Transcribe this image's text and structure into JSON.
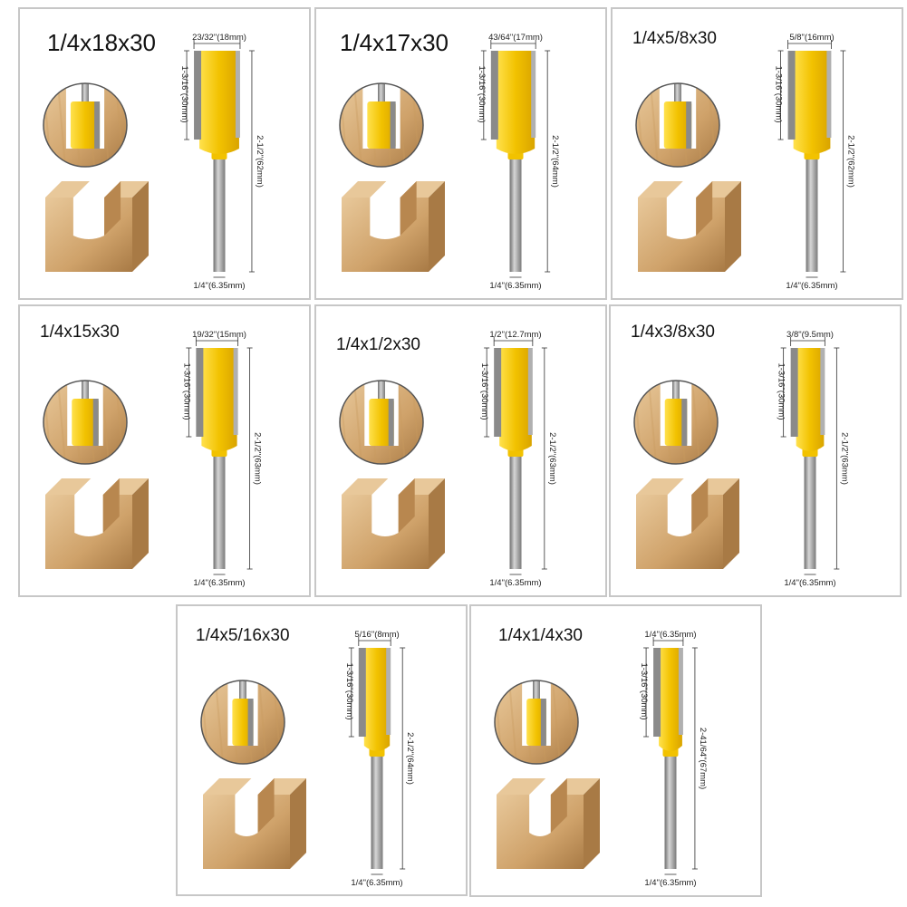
{
  "colors": {
    "wood_light": "#e8c89a",
    "wood_mid": "#cfa26a",
    "wood_dark": "#a87a45",
    "shank": "#9a9a9a",
    "cutter_yellow": "#f2c200",
    "blade_gray": "#8a8a8a",
    "panel_border": "#c7c7c7"
  },
  "panels": [
    {
      "title": "1/4x18x30",
      "dims": {
        "cut_width": "23/32\"(18mm)",
        "cut_length": "1-3/16\"(30mm)",
        "overall_length": "2-1/2\"(62mm)",
        "shank": "1/4\"(6.35mm)"
      },
      "bit_width_mm": 18
    },
    {
      "title": "1/4x17x30",
      "dims": {
        "cut_width": "43/64\"(17mm)",
        "cut_length": "1-3/16\"(30mm)",
        "overall_length": "2-1/2\"(64mm)",
        "shank": "1/4\"(6.35mm)"
      },
      "bit_width_mm": 17
    },
    {
      "title": "1/4x5/8x30",
      "dims": {
        "cut_width": "5/8\"(16mm)",
        "cut_length": "1-3/16\"(30mm)",
        "overall_length": "2-1/2\"(62mm)",
        "shank": "1/4\"(6.35mm)"
      },
      "bit_width_mm": 16
    },
    {
      "title": "1/4x15x30",
      "dims": {
        "cut_width": "19/32\"(15mm)",
        "cut_length": "1-3/16\"(30mm)",
        "overall_length": "2-1/2\"(63mm)",
        "shank": "1/4\"(6.35mm)"
      },
      "bit_width_mm": 15
    },
    {
      "title": "1/4x1/2x30",
      "dims": {
        "cut_width": "1/2\"(12.7mm)",
        "cut_length": "1-3/16\"(30mm)",
        "overall_length": "2-1/2\"(63mm)",
        "shank": "1/4\"(6.35mm)"
      },
      "bit_width_mm": 12.7
    },
    {
      "title": "1/4x3/8x30",
      "dims": {
        "cut_width": "3/8\"(9.5mm)",
        "cut_length": "1-3/16\"(30mm)",
        "overall_length": "2-1/2\"(63mm)",
        "shank": "1/4\"(6.35mm)"
      },
      "bit_width_mm": 9.5
    },
    {
      "title": "1/4x5/16x30",
      "dims": {
        "cut_width": "5/16\"(8mm)",
        "cut_length": "1-3/16\"(30mm)",
        "overall_length": "2-1/2\"(64mm)",
        "shank": "1/4\"(6.35mm)"
      },
      "bit_width_mm": 8
    },
    {
      "title": "1/4x1/4x30",
      "dims": {
        "cut_width": "1/4\"(6.35mm)",
        "cut_length": "1-3/16\"(30mm)",
        "overall_length": "2-41/64\"(67mm)",
        "shank": "1/4\"(6.35mm)"
      },
      "bit_width_mm": 6.35
    }
  ]
}
